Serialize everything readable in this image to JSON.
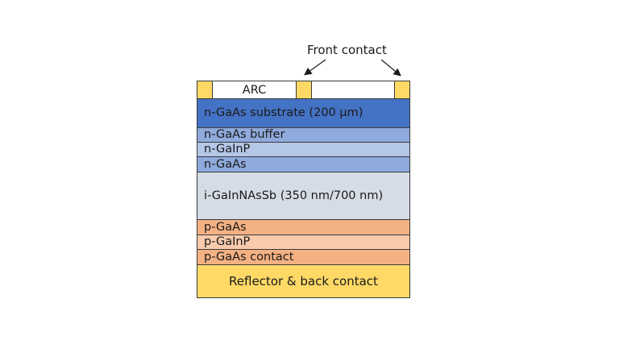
{
  "annotation": {
    "front_contact": "Front contact"
  },
  "top_row": {
    "arc_label": "ARC"
  },
  "layers": [
    {
      "label": "n-GaAs substrate (200 µm)",
      "color": "#4472c4"
    },
    {
      "label": "n-GaAs buffer",
      "color": "#8faadc"
    },
    {
      "label": "n-GaInP",
      "color": "#b4c7e7"
    },
    {
      "label": "n-GaAs",
      "color": "#8faadc"
    },
    {
      "label": "i-GaInNAsSb (350 nm/700 nm)",
      "color": "#d6dce5"
    },
    {
      "label": "p-GaAs",
      "color": "#f4b183"
    },
    {
      "label": "p-GaInP",
      "color": "#f8cbad"
    },
    {
      "label": "p-GaAs contact",
      "color": "#f4b183"
    },
    {
      "label": "Reflector & back contact",
      "color": "#ffd966"
    }
  ],
  "colors": {
    "contact": "#ffd966",
    "border": "#3a3a3a"
  }
}
